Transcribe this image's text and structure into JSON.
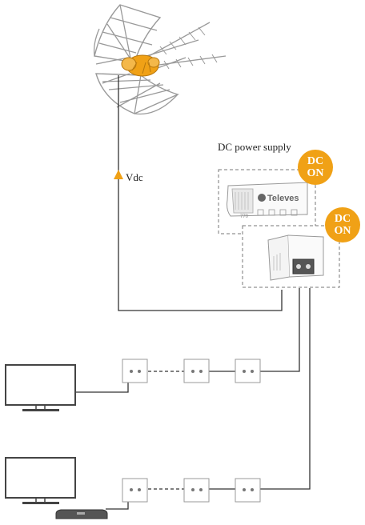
{
  "diagram": {
    "power_supply_label": "DC power supply",
    "voltage_label": "Vdc",
    "badge_top": {
      "line1": "DC",
      "line2": "ON"
    },
    "badge_bottom": {
      "line1": "DC",
      "line2": "ON"
    },
    "brand": "Televes",
    "model": "770",
    "colors": {
      "accent": "#f0a116",
      "line": "#333333",
      "device": "#999999",
      "screen": "#444444"
    }
  }
}
